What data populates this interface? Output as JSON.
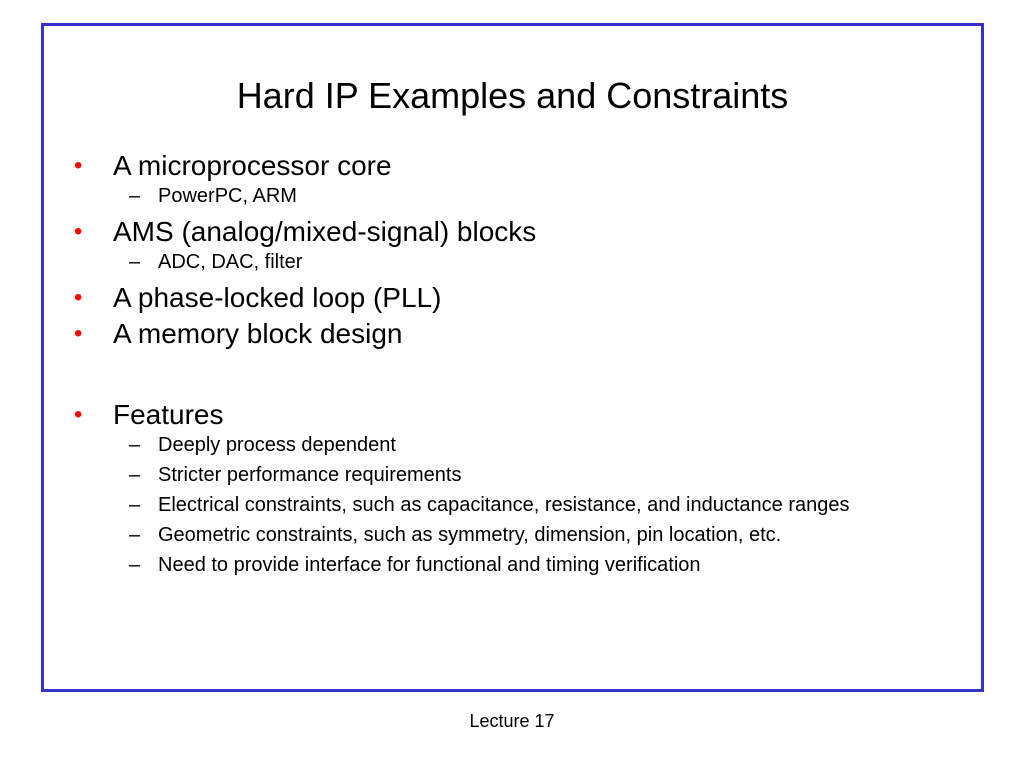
{
  "slide": {
    "title": "Hard IP Examples and Constraints",
    "bullet_symbol": "•",
    "sub_symbol": "–",
    "frame_color": "#3333cc",
    "bullet_color": "#ff0000",
    "bullets": [
      {
        "text": "A microprocessor core",
        "subs": [
          "PowerPC, ARM"
        ]
      },
      {
        "text": "AMS (analog/mixed-signal) blocks",
        "subs": [
          "ADC, DAC, filter"
        ]
      },
      {
        "text": "A phase-locked loop (PLL)",
        "subs": []
      },
      {
        "text": "A memory block design",
        "subs": []
      },
      {
        "text": "Features",
        "subs": [
          "Deeply process dependent",
          "Stricter performance requirements",
          "Electrical constraints, such as capacitance, resistance, and inductance ranges",
          "Geometric constraints, such as symmetry, dimension, pin location, etc.",
          "Need to provide interface for functional and timing verification"
        ]
      }
    ]
  },
  "footer": {
    "text": "Lecture 17"
  }
}
